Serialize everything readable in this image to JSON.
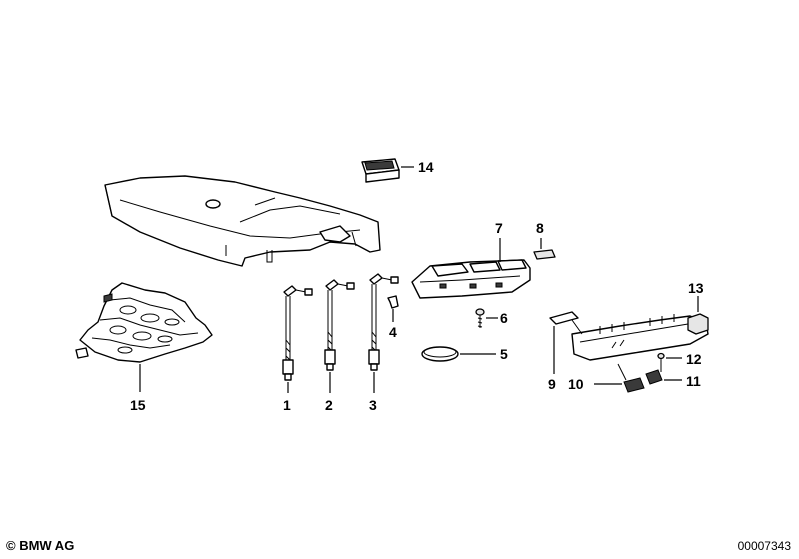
{
  "callouts": {
    "c1": "1",
    "c2": "2",
    "c3": "3",
    "c4": "4",
    "c5": "5",
    "c6": "6",
    "c7": "7",
    "c8": "8",
    "c9": "9",
    "c10": "10",
    "c11": "11",
    "c12": "12",
    "c13": "13",
    "c14": "14",
    "c15": "15"
  },
  "footer": {
    "copyright": "© BMW AG",
    "diagram_number": "00007343"
  }
}
